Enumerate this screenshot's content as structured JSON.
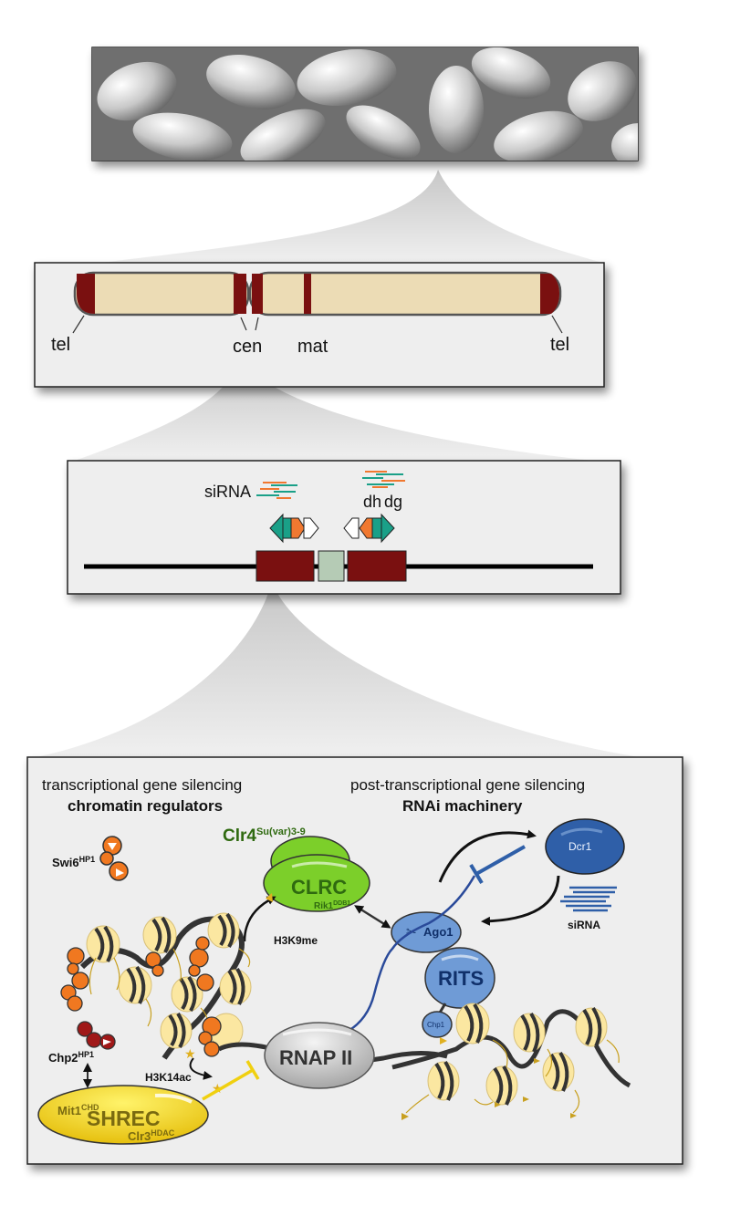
{
  "panel2": {
    "tel_left": "tel",
    "cen": "cen",
    "mat": "mat",
    "tel_right": "tel"
  },
  "panel3": {
    "sirna": "siRNA",
    "dh": "dh",
    "dg": "dg"
  },
  "panel4": {
    "heading_left_1": "transcriptional gene silencing",
    "heading_left_2": "chromatin regulators",
    "heading_right_1": "post-transcriptional gene silencing",
    "heading_right_2": "RNAi machinery",
    "swi6": "Swi6",
    "swi6_sup": "HP1",
    "clr4": "Clr4",
    "clr4_sup": "Su(var)3-9",
    "clrc": "CLRC",
    "rik1": "Rik1",
    "rik1_sup": "DDB1",
    "h3k9me": "H3K9me",
    "dcr1": "Dcr1",
    "ago1": "Ago1",
    "sirna": "siRNA",
    "rits": "RITS",
    "chp1": "Chp1",
    "chp2": "Chp2",
    "chp2_sup": "HP1",
    "h3k14ac": "H3K14ac",
    "rnap": "RNAP II",
    "mit1": "Mit1",
    "mit1_sup": "CHD",
    "shrec": "SHREC",
    "clr3": "Clr3",
    "clr3_sup": "HDAC"
  },
  "colors": {
    "chromosome_fill": "#ecdcb5",
    "heterochromatin": "#7a1010",
    "clrc_green": "#7ccf2a",
    "clr4_text": "#2f6a10",
    "rnai_blue": "#6f9bd6",
    "dcr1_blue": "#2f5fa8",
    "hp1_orange": "#f07820",
    "chp2_red": "#a01818",
    "shrec_yellow": "#f0d010",
    "shrec_text": "#7a6a10",
    "nucleosome": "#fbe7a1",
    "dna_dark": "#333333",
    "rna_blue": "#2a4a9a",
    "siRNA_orange": "#f07830",
    "siRNA_teal": "#1aa088",
    "central_core": "#b5cbb5"
  }
}
